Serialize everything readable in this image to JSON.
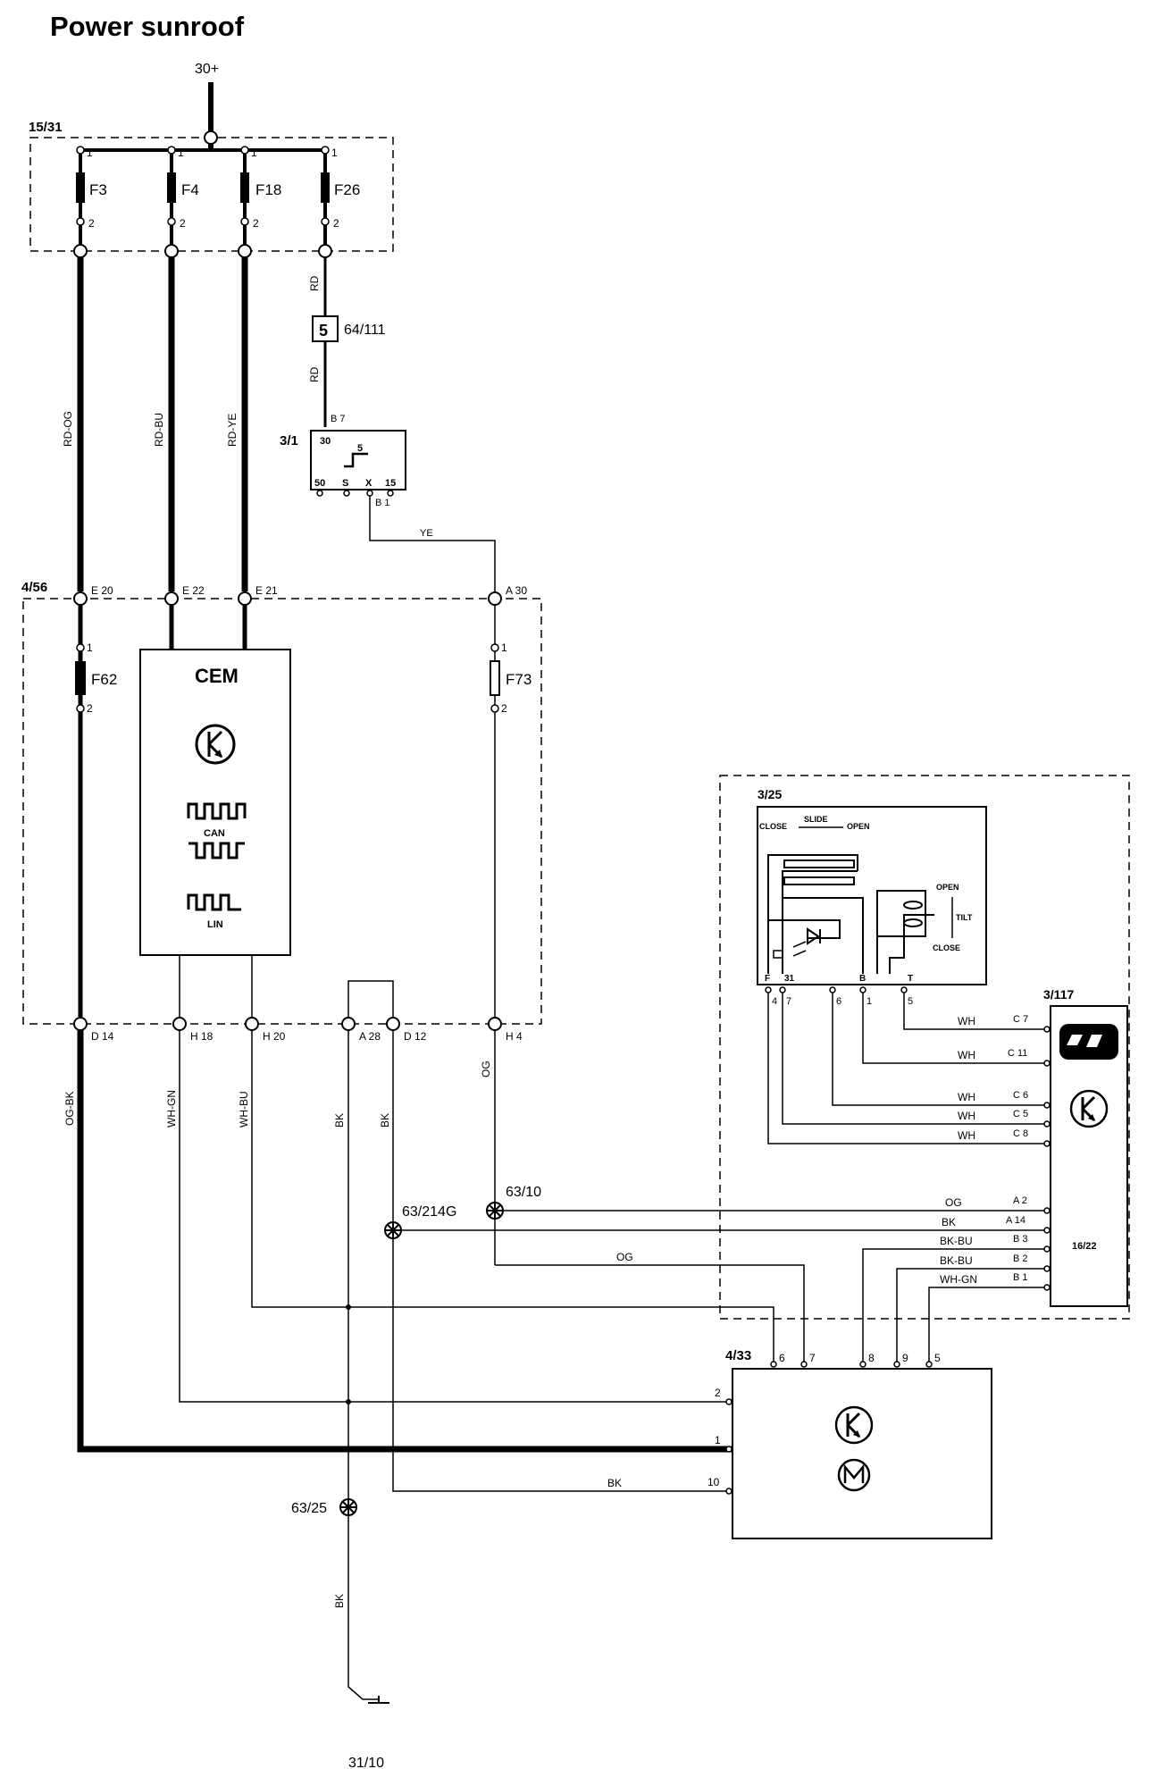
{
  "title": "Power sunroof",
  "supply": "30+",
  "ground": "31/10",
  "fuse_box": {
    "id": "15/31",
    "fuses": [
      {
        "name": "F3",
        "pin_in": "1",
        "pin_out": "2"
      },
      {
        "name": "F4",
        "pin_in": "1",
        "pin_out": "2"
      },
      {
        "name": "F18",
        "pin_in": "1",
        "pin_out": "2"
      },
      {
        "name": "F26",
        "pin_in": "1",
        "pin_out": "2"
      }
    ]
  },
  "connector_5": {
    "number": "5",
    "id": "64/111"
  },
  "ignition_switch": {
    "id": "3/1",
    "pin_in": "B 7",
    "terminal_in": "30",
    "position": "5",
    "terminals": [
      "50",
      "S",
      "X",
      "15"
    ],
    "pin_out": "B 1"
  },
  "cem_unit": {
    "id": "4/56",
    "name": "CEM",
    "can_label": "CAN",
    "lin_label": "LIN",
    "inputs": [
      "E 20",
      "E 22",
      "E 21",
      "A 30"
    ],
    "outputs": [
      "D 14",
      "H 18",
      "H 20",
      "A 28",
      "D 12",
      "H 4"
    ],
    "fuses": [
      {
        "name": "F62",
        "pin_in": "1",
        "pin_out": "2"
      },
      {
        "name": "F73",
        "pin_in": "1",
        "pin_out": "2"
      }
    ]
  },
  "sunroof_switch": {
    "id": "3/25",
    "labels": {
      "close": "CLOSE",
      "slide": "SLIDE",
      "open": "OPEN",
      "tilt_open": "OPEN",
      "tilt": "TILT",
      "tilt_close": "CLOSE"
    },
    "terminals": [
      "F",
      "31",
      "B",
      "T"
    ],
    "pins": [
      "4",
      "7",
      "6",
      "1",
      "5"
    ]
  },
  "roof_module": {
    "id": "3/117",
    "connector": "16/22",
    "pins": [
      "C 7",
      "C 11",
      "C 6",
      "C 5",
      "C 8",
      "A 2",
      "A 14",
      "B 3",
      "B 2",
      "B 1"
    ]
  },
  "sunroof_motor": {
    "id": "4/33",
    "top_pins": [
      "6",
      "7",
      "8",
      "9",
      "5"
    ],
    "side_pins": [
      "2",
      "1",
      "10"
    ]
  },
  "splices": [
    "63/10",
    "63/214G",
    "63/25"
  ],
  "wires": {
    "rd_og": "RD-OG",
    "rd_bu": "RD-BU",
    "rd_ye": "RD-YE",
    "rd": "RD",
    "ye": "YE",
    "og_bk": "OG-BK",
    "wh_gn": "WH-GN",
    "wh_bu": "WH-BU",
    "bk": "BK",
    "og": "OG",
    "wh": "WH",
    "bk_bu": "BK-BU"
  }
}
